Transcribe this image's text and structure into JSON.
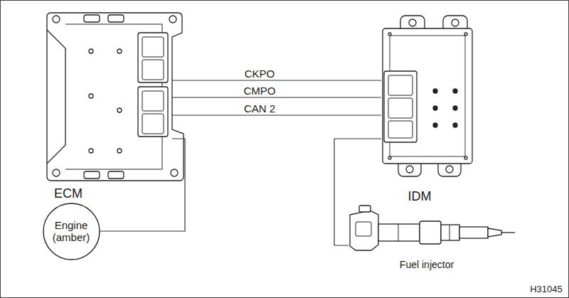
{
  "diagram": {
    "nodes": [
      {
        "text": [
          "ECM"
        ]
      },
      {
        "text": [
          "IDM"
        ]
      },
      {
        "text": [
          "Engine (amber)"
        ]
      },
      {
        "text": [
          "Fuel injector"
        ]
      }
    ],
    "edges": [
      {
        "from": 0,
        "to": 1,
        "arrow": "none",
        "label": "CKPO"
      },
      {
        "from": 0,
        "to": 1,
        "arrow": "none",
        "label": "CMPO"
      },
      {
        "from": 0,
        "to": 1,
        "arrow": "none",
        "label": "CAN 2"
      },
      {
        "from": 0,
        "to": 2,
        "arrow": "none"
      },
      {
        "from": 1,
        "to": 3,
        "arrow": "none"
      }
    ],
    "labels": [
      "H31045"
    ]
  }
}
